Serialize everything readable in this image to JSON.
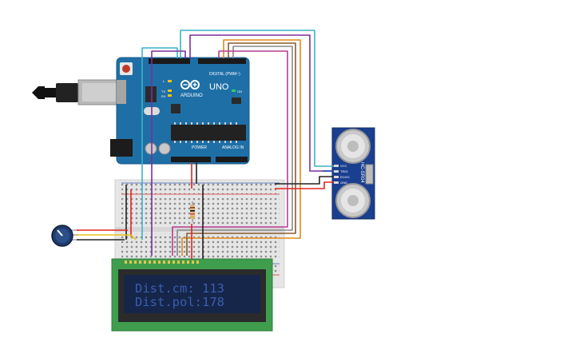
{
  "arduino": {
    "brand": "ARDUINO",
    "model": "UNO",
    "digital_header": "DIGITAL (PWM~)",
    "power_header": "POWER",
    "analog_header": "ANALOG IN",
    "tx": "TX",
    "rx": "RX",
    "l": "L",
    "on": "ON"
  },
  "sensor": {
    "model": "HC-SR04",
    "pins": [
      "VCC",
      "TRIG",
      "ECHO",
      "GND"
    ]
  },
  "lcd": {
    "line1": "Dist.cm: 113",
    "line2": "Dist.pol:178"
  },
  "colors": {
    "arduino_pcb": "#1f6fa7",
    "sensor_pcb": "#1b3f8f",
    "lcd_pcb": "#3f9d4e",
    "lcd_screen": "#16264a",
    "wire_red": "#e0261f",
    "wire_black": "#222222",
    "wire_purple": "#7b2f9a",
    "wire_cyan": "#3cb2c8",
    "wire_orange": "#e08a1e",
    "wire_magenta": "#b93c8f",
    "wire_blue": "#1e4aa8",
    "wire_yellow": "#e8c21a",
    "wire_brown": "#8a5a2b"
  }
}
